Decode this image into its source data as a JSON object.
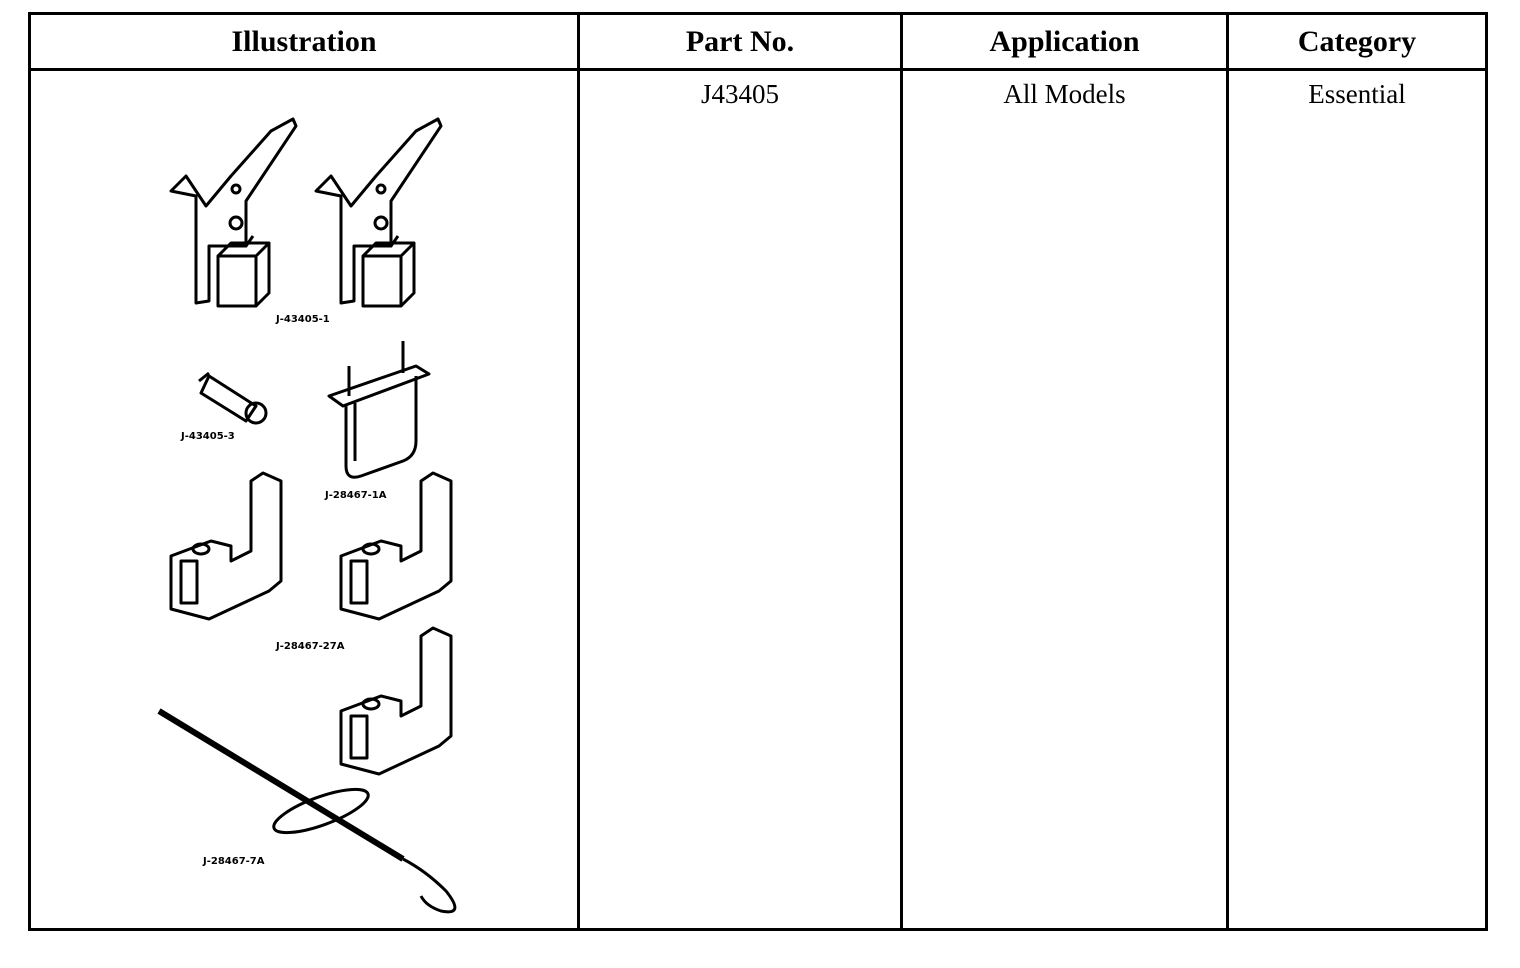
{
  "table": {
    "headers": {
      "illustration": "Illustration",
      "part_no": "Part No.",
      "application": "Application",
      "category": "Category"
    },
    "row": {
      "part_no": "J43405",
      "application": "All Models",
      "category": "Essential",
      "illustration_labels": {
        "holder": "J-43405-1",
        "pin": "J-43405-3",
        "bracket": "J-28467-1A",
        "blocks": "J-28467-27A",
        "hook": "J-28467-7A"
      }
    }
  }
}
